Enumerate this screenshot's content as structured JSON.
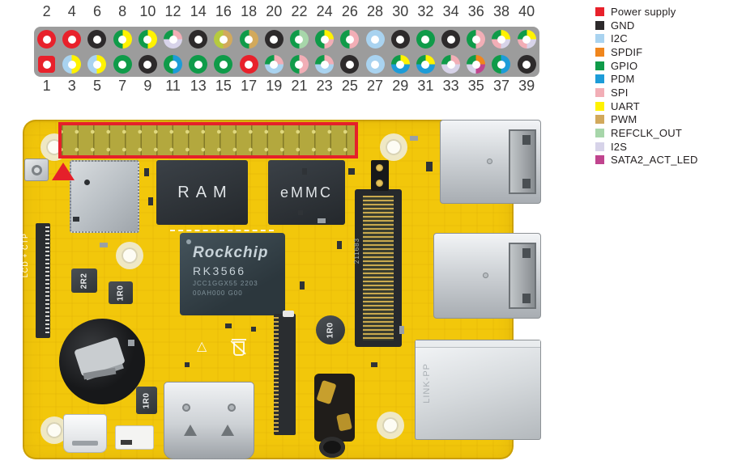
{
  "palette": {
    "power": "#e8212b",
    "gnd": "#2d2a2b",
    "i2c": "#a9d3f0",
    "spdif": "#f0861d",
    "gpio": "#0f9b49",
    "pdm": "#1d9cd8",
    "spi": "#f2aeb6",
    "uart": "#fff200",
    "pwm": "#d2a95c",
    "refclk": "#a7d6aa",
    "i2s": "#d7d3e9",
    "sata": "#c0448e",
    "lime": "#b6ca3e"
  },
  "legend": [
    {
      "label": "Power supply",
      "color_key": "power"
    },
    {
      "label": "GND",
      "color_key": "gnd"
    },
    {
      "label": "I2C",
      "color_key": "i2c"
    },
    {
      "label": "SPDIF",
      "color_key": "spdif"
    },
    {
      "label": "GPIO",
      "color_key": "gpio"
    },
    {
      "label": "PDM",
      "color_key": "pdm"
    },
    {
      "label": "SPI",
      "color_key": "spi"
    },
    {
      "label": "UART",
      "color_key": "uart"
    },
    {
      "label": "PWM",
      "color_key": "pwm"
    },
    {
      "label": "REFCLK_OUT",
      "color_key": "refclk"
    },
    {
      "label": "I2S",
      "color_key": "i2s"
    },
    {
      "label": "SATA2_ACT_LED",
      "color_key": "sata"
    }
  ],
  "pin_header": {
    "top_row": [
      {
        "num": "2",
        "shape": "circle",
        "segments": [
          [
            "power",
            100
          ]
        ]
      },
      {
        "num": "4",
        "shape": "circle",
        "segments": [
          [
            "power",
            100
          ]
        ]
      },
      {
        "num": "6",
        "shape": "circle",
        "segments": [
          [
            "gnd",
            100
          ]
        ]
      },
      {
        "num": "8",
        "shape": "circle",
        "segments": [
          [
            "uart",
            50
          ],
          [
            "gpio",
            50
          ]
        ]
      },
      {
        "num": "10",
        "shape": "circle",
        "segments": [
          [
            "uart",
            50
          ],
          [
            "gpio",
            50
          ]
        ]
      },
      {
        "num": "12",
        "shape": "circle",
        "segments": [
          [
            "spi",
            25
          ],
          [
            "i2s",
            50
          ],
          [
            "gpio",
            25
          ]
        ]
      },
      {
        "num": "14",
        "shape": "circle",
        "segments": [
          [
            "gnd",
            100
          ]
        ]
      },
      {
        "num": "16",
        "shape": "circle",
        "segments": [
          [
            "pwm",
            50
          ],
          [
            "lime",
            50
          ]
        ]
      },
      {
        "num": "18",
        "shape": "circle",
        "segments": [
          [
            "pwm",
            50
          ],
          [
            "gpio",
            50
          ]
        ]
      },
      {
        "num": "20",
        "shape": "circle",
        "segments": [
          [
            "gnd",
            100
          ]
        ]
      },
      {
        "num": "22",
        "shape": "circle",
        "segments": [
          [
            "refclk",
            50
          ],
          [
            "gpio",
            50
          ]
        ]
      },
      {
        "num": "24",
        "shape": "circle",
        "segments": [
          [
            "uart",
            25
          ],
          [
            "spi",
            25
          ],
          [
            "gpio",
            50
          ]
        ]
      },
      {
        "num": "26",
        "shape": "circle",
        "segments": [
          [
            "spi",
            50
          ],
          [
            "gpio",
            50
          ]
        ]
      },
      {
        "num": "28",
        "shape": "circle",
        "segments": [
          [
            "i2c",
            100
          ]
        ]
      },
      {
        "num": "30",
        "shape": "circle",
        "segments": [
          [
            "gnd",
            100
          ]
        ]
      },
      {
        "num": "32",
        "shape": "circle",
        "segments": [
          [
            "gpio",
            100
          ]
        ]
      },
      {
        "num": "34",
        "shape": "circle",
        "segments": [
          [
            "gnd",
            100
          ]
        ]
      },
      {
        "num": "36",
        "shape": "circle",
        "segments": [
          [
            "spi",
            50
          ],
          [
            "gpio",
            50
          ]
        ]
      },
      {
        "num": "38",
        "shape": "circle",
        "segments": [
          [
            "uart",
            25
          ],
          [
            "i2s",
            25
          ],
          [
            "spi",
            25
          ],
          [
            "gpio",
            25
          ]
        ]
      },
      {
        "num": "40",
        "shape": "circle",
        "segments": [
          [
            "uart",
            25
          ],
          [
            "i2s",
            25
          ],
          [
            "spi",
            25
          ],
          [
            "gpio",
            25
          ]
        ]
      }
    ],
    "bottom_row": [
      {
        "num": "1",
        "shape": "square",
        "segments": [
          [
            "power",
            100
          ]
        ]
      },
      {
        "num": "3",
        "shape": "circle",
        "segments": [
          [
            "uart",
            50
          ],
          [
            "i2c",
            50
          ]
        ]
      },
      {
        "num": "5",
        "shape": "circle",
        "segments": [
          [
            "uart",
            50
          ],
          [
            "i2c",
            50
          ]
        ]
      },
      {
        "num": "7",
        "shape": "circle",
        "segments": [
          [
            "gpio",
            100
          ]
        ]
      },
      {
        "num": "9",
        "shape": "circle",
        "segments": [
          [
            "gnd",
            100
          ]
        ]
      },
      {
        "num": "11",
        "shape": "circle",
        "segments": [
          [
            "pdm",
            50
          ],
          [
            "gpio",
            50
          ]
        ]
      },
      {
        "num": "13",
        "shape": "circle",
        "segments": [
          [
            "gpio",
            100
          ]
        ]
      },
      {
        "num": "15",
        "shape": "circle",
        "segments": [
          [
            "gpio",
            100
          ]
        ]
      },
      {
        "num": "17",
        "shape": "circle",
        "segments": [
          [
            "power",
            100
          ]
        ]
      },
      {
        "num": "19",
        "shape": "circle",
        "segments": [
          [
            "spi",
            25
          ],
          [
            "i2c",
            50
          ],
          [
            "gpio",
            25
          ]
        ]
      },
      {
        "num": "21",
        "shape": "circle",
        "segments": [
          [
            "spi",
            50
          ],
          [
            "gpio",
            50
          ]
        ]
      },
      {
        "num": "23",
        "shape": "circle",
        "segments": [
          [
            "spi",
            25
          ],
          [
            "i2c",
            50
          ],
          [
            "gpio",
            25
          ]
        ]
      },
      {
        "num": "25",
        "shape": "circle",
        "segments": [
          [
            "gnd",
            100
          ]
        ]
      },
      {
        "num": "27",
        "shape": "circle",
        "segments": [
          [
            "i2c",
            100
          ]
        ]
      },
      {
        "num": "29",
        "shape": "circle",
        "segments": [
          [
            "uart",
            25
          ],
          [
            "pdm",
            50
          ],
          [
            "gpio",
            25
          ]
        ]
      },
      {
        "num": "31",
        "shape": "circle",
        "segments": [
          [
            "uart",
            25
          ],
          [
            "pdm",
            50
          ],
          [
            "gpio",
            25
          ]
        ]
      },
      {
        "num": "33",
        "shape": "circle",
        "segments": [
          [
            "spi",
            25
          ],
          [
            "i2s",
            50
          ],
          [
            "gpio",
            25
          ]
        ]
      },
      {
        "num": "35",
        "shape": "circle",
        "segments": [
          [
            "spdif",
            25
          ],
          [
            "sata",
            25
          ],
          [
            "i2s",
            25
          ],
          [
            "gpio",
            25
          ]
        ]
      },
      {
        "num": "37",
        "shape": "circle",
        "segments": [
          [
            "pdm",
            50
          ],
          [
            "gpio",
            50
          ]
        ]
      },
      {
        "num": "39",
        "shape": "circle",
        "segments": [
          [
            "gnd",
            100
          ]
        ]
      }
    ]
  },
  "board": {
    "ram_label": "RAM",
    "emmc_label": "eMMC",
    "soc_brand": "Rockchip",
    "soc_model": "RK3566",
    "soc_line1": "JCC1GGX55 2203",
    "soc_line2": "00AH000 G00",
    "lcd_connector_label": "LCD + CTP",
    "ethernet_label": "LINK-PP",
    "m2_label": "211683",
    "inductor1": "2R2",
    "inductor2": "1R0",
    "inductor3": "1R0",
    "inductor4": "1R0"
  }
}
